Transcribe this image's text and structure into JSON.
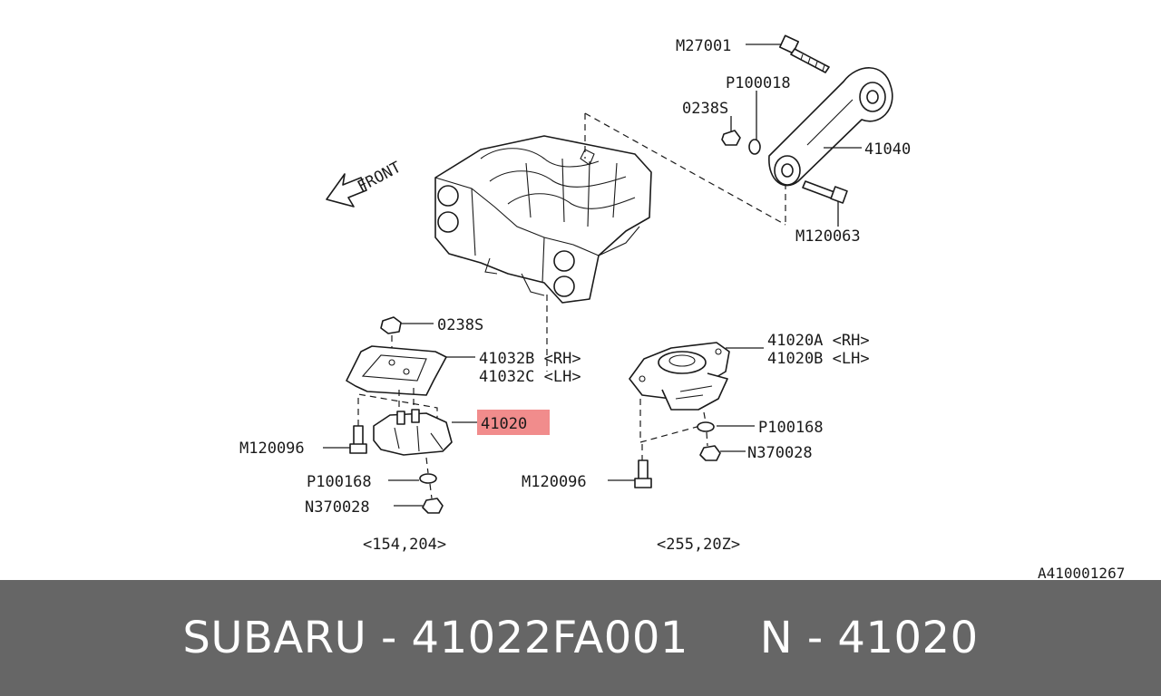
{
  "diagram": {
    "labels": {
      "m27001": "M27001",
      "p100018": "P100018",
      "s0238_top": "0238S",
      "p41040": "41040",
      "m120063": "M120063",
      "front": "FRONT",
      "s0238_left": "0238S",
      "p41032b": "41032B <RH>",
      "p41032c": "41032C <LH>",
      "p41020": "41020",
      "m120096_left": "M120096",
      "p100168_left": "P100168",
      "n370028_left": "N370028",
      "p41020a": "41020A <RH>",
      "p41020b": "41020B <LH>",
      "p100168_right": "P100168",
      "n370028_right": "N370028",
      "m120096_right": "M120096",
      "range_left": "<154,204>",
      "range_right": "<255,20Z>",
      "diagram_code": "A410001267"
    },
    "highlight_color": "#f08080"
  },
  "footer": {
    "text": "SUBARU - 41022FA001     N - 41020",
    "background": "#666666"
  }
}
